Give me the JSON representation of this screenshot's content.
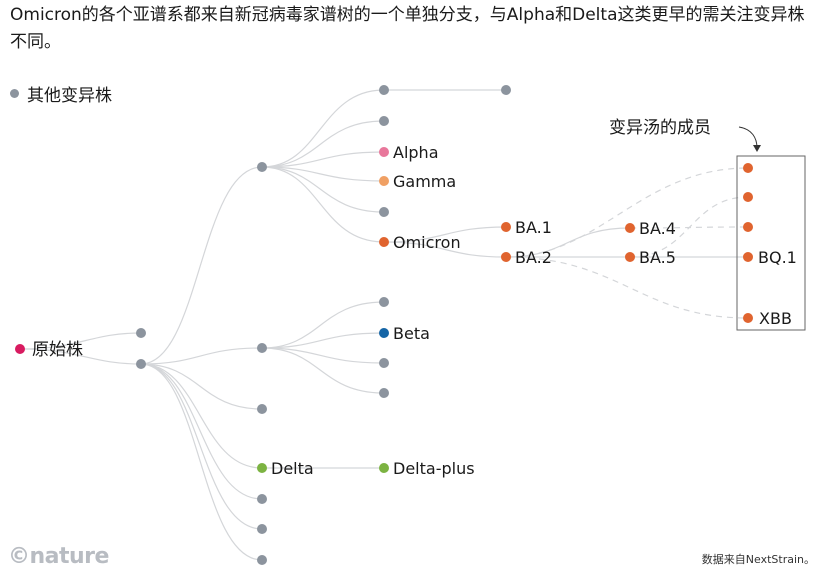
{
  "title": "Omicron的各个亚谱系都来自新冠病毒家谱树的一个单独分支，与Alpha和Delta这类更早的需关注变异株不同。",
  "legend": {
    "label": "其他变异株"
  },
  "colors": {
    "other": "#8c949e",
    "origin": "#d81b60",
    "alpha": "#e8779b",
    "gamma": "#f0a064",
    "omicron": "#e0642f",
    "beta": "#1565a6",
    "delta": "#7cb342"
  },
  "labels": {
    "origin": "原始株",
    "alpha": "Alpha",
    "gamma": "Gamma",
    "omicron": "Omicron",
    "ba1": "BA.1",
    "ba2": "BA.2",
    "ba4": "BA.4",
    "ba5": "BA.5",
    "bq1": "BQ.1",
    "xbb": "XBB",
    "beta": "Beta",
    "delta": "Delta",
    "delta_plus": "Delta-plus",
    "soup": "变异汤的成员"
  },
  "footer": {
    "logo": "©nature",
    "source": "数据来自NextStrain。"
  }
}
